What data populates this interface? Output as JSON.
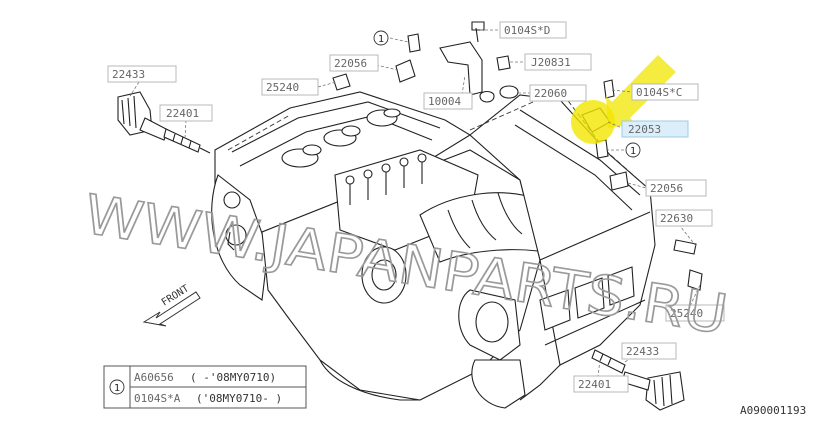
{
  "diagram": {
    "part_numbers": {
      "p22433_top": "22433",
      "p22401_top": "22401",
      "p25240_top": "25240",
      "p22056_top": "22056",
      "p10004": "10004",
      "p0104SD": "0104S*D",
      "pJ20831": "J20831",
      "p22060": "22060",
      "p0104SC": "0104S*C",
      "p22053": "22053",
      "p22056_right": "22056",
      "p22630": "22630",
      "p25240_right": "25240",
      "p22433_bottom": "22433",
      "p22401_bottom": "22401"
    },
    "callout_marker": "1",
    "front_label": "FRONT",
    "watermark": "WWW.JAPANPARTS.RU",
    "figure_id": "A090001193",
    "highlight_color": "#f2e600",
    "legend": {
      "marker": "1",
      "rows": [
        {
          "part": "A60656",
          "applicability": "( -'08MY0710)"
        },
        {
          "part": "0104S*A",
          "applicability": "('08MY0710- )"
        }
      ]
    }
  }
}
